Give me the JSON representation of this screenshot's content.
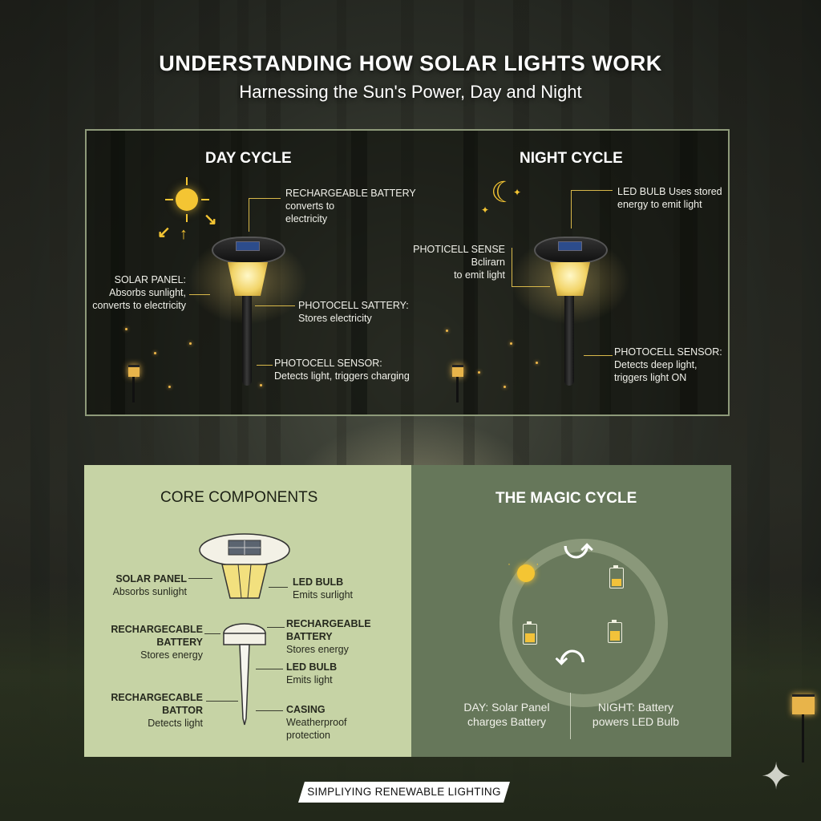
{
  "title": "UNDERSTANDING HOW SOLAR LIGHTS WORK",
  "subtitle": "Harnessing the Sun's Power, Day and Night",
  "day": {
    "title": "DAY CYCLE",
    "labels": [
      {
        "head": "RECHARGEABLE BATTERY",
        "body": [
          "converts to",
          "electricity"
        ]
      },
      {
        "head": "SOLAR PANEL:",
        "body": [
          "Absorbs sunlight,",
          "converts to electricity"
        ]
      },
      {
        "head": "PHOTOCELL SATTERY:",
        "body": [
          "Stores electricity"
        ]
      },
      {
        "head": "PHOTOCELL SENSOR:",
        "body": [
          "Detects light, triggers charging"
        ]
      }
    ]
  },
  "night": {
    "title": "NIGHT CYCLE",
    "labels": [
      {
        "head": "LED BULB",
        "body": [
          "Uses stored",
          "energy to emit light"
        ]
      },
      {
        "head": "PHOTICELL SENSE",
        "body": [
          "Bclirarn",
          "to emit light"
        ]
      },
      {
        "head": "PHOTOCELL SENSOR:",
        "body": [
          "Detects deep light,",
          "triggers light ON"
        ]
      }
    ]
  },
  "core": {
    "title": "CORE COMPONENTS",
    "labels": [
      {
        "head": "SOLAR PANEL",
        "body": "Absorbs sunlight"
      },
      {
        "head": "LED BULB",
        "body": "Emits surlight"
      },
      {
        "head": "RECHARGECABLE BATTERY",
        "body": "Stores energy"
      },
      {
        "head": "RECHARGEABLE BATTERY",
        "body": "Stores energy"
      },
      {
        "head": "LED BULB",
        "body": "Emits light"
      },
      {
        "head": "RECHARGECABLE BATTOR",
        "body": "Detects light"
      },
      {
        "head": "CASING",
        "body": [
          "Weatherproof",
          "protection"
        ]
      }
    ]
  },
  "magic": {
    "title": "THE MAGIC CYCLE",
    "day_caption": [
      "DAY: Solar Panel",
      "charges Battery"
    ],
    "night_caption": [
      "NIGHT: Battery",
      "powers LED Bulb"
    ]
  },
  "footer": "SIMPLIYING RENEWABLE LIGHTING",
  "colors": {
    "accent": "#f4c533",
    "core_bg": "#c6d3a5",
    "magic_bg": "#66775a",
    "panel_border": "#8e9a7a"
  },
  "icons": [
    "sun-icon",
    "moon-icon",
    "battery-icon",
    "cycle-arrow-icon",
    "sparkle-icon"
  ]
}
